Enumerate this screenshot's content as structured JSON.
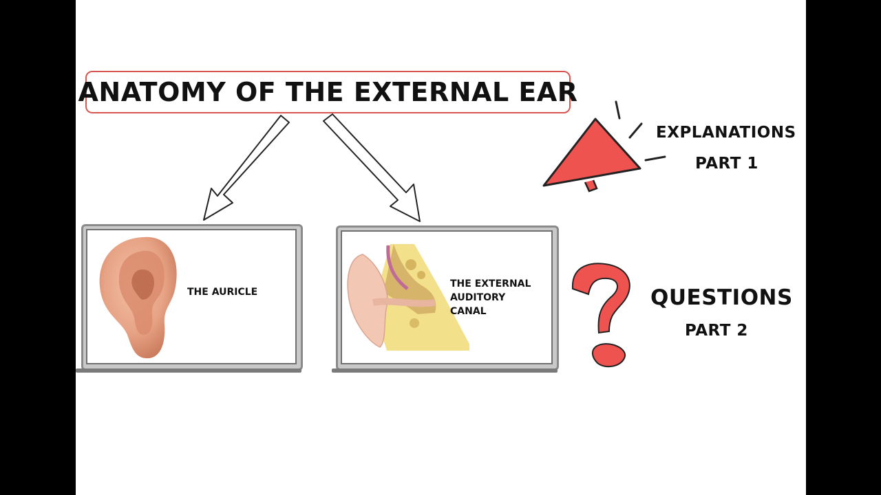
{
  "title": "ANATOMY OF THE EXTERNAL EAR",
  "panels": [
    {
      "label": "THE AURICLE"
    },
    {
      "label_lines": [
        "THE EXTERNAL",
        "AUDITORY",
        "CANAL"
      ]
    }
  ],
  "explanations": {
    "title": "EXPLANATIONS",
    "part": "PART 1"
  },
  "questions": {
    "title": "QUESTIONS",
    "part": "PART 2"
  },
  "colors": {
    "accent_red": "#ef5350",
    "border_red": "#d9534f",
    "ear_skin": "#e8a285"
  },
  "icons": [
    "megaphone-icon",
    "question-mark-icon",
    "arrow-icon",
    "ear-illustration",
    "ear-canal-illustration"
  ]
}
